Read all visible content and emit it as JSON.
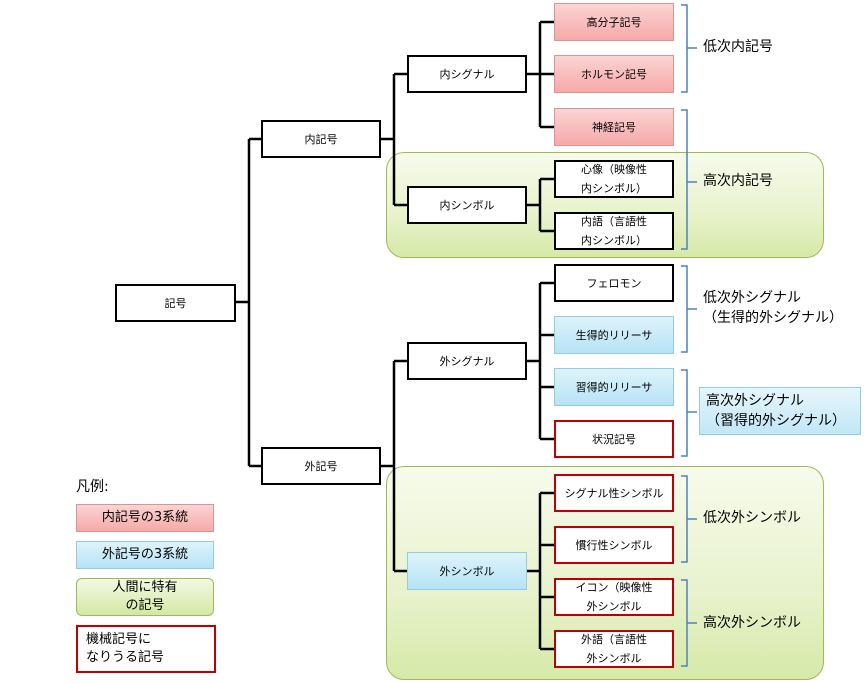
{
  "nodes": {
    "kigou": "記号",
    "nai_kigou": "内記号",
    "gai_kigou": "外記号",
    "nai_signal": "内シグナル",
    "nai_symbol": "内シンボル",
    "gai_signal": "外シグナル",
    "gai_symbol": "外シンボル",
    "koubunshi": "高分子記号",
    "hormone": "ホルモン記号",
    "shinkei": "神経記号",
    "shinzou_1": "心像（映像性",
    "shinzou_2": "内シンボル）",
    "naigo_1": "内語（言語性",
    "naigo_2": "内シンボル）",
    "pheromone": "フェロモン",
    "seitoku_releaser": "生得的リリーサ",
    "shuutoku_releaser": "習得的リリーサ",
    "joukyou": "状況記号",
    "signal_sei": "シグナル性シンボル",
    "kankou_sei": "慣行性シンボル",
    "icon_1": "イコン（映像性",
    "icon_2": "外シンボル",
    "gaigo_1": "外語（言語性",
    "gaigo_2": "外シンボル"
  },
  "groups": {
    "teiji_nai": "低次内記号",
    "kouji_nai": "高次内記号",
    "teiji_gai_signal_1": "低次外シグナル",
    "teiji_gai_signal_2": "（生得的外シグナル）",
    "kouji_gai_signal_1": "高次外シグナル",
    "kouji_gai_signal_2": "（習得的外シグナル）",
    "teiji_gai_symbol": "低次外シンボル",
    "kouji_gai_symbol": "高次外シンボル"
  },
  "legend": {
    "title": "凡例:",
    "pink": "内記号の3系統",
    "blue": "外記号の3系統",
    "green_1": "人間に特有",
    "green_2": "の記号",
    "red_1": "機械記号に",
    "red_2": "なりうる記号"
  },
  "colors": {
    "tree_line": "#000000",
    "bracket": "#4f81bd",
    "pink_fill": "#f6a9a9",
    "blue_fill": "#b6e3f5",
    "green_fill": "#d6e9a8",
    "red_border": "#c00000"
  }
}
